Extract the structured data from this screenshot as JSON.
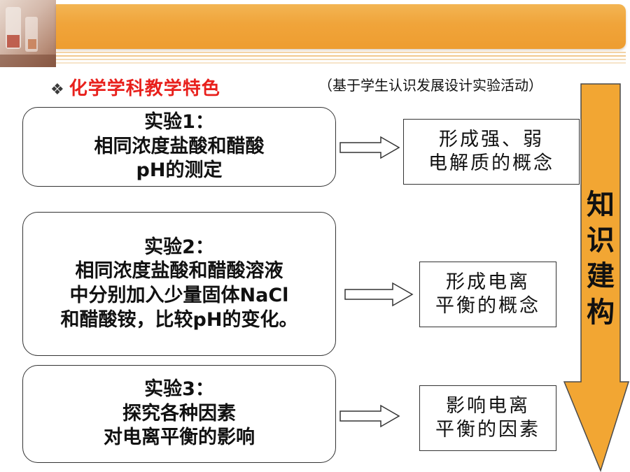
{
  "header": {
    "title": "化学学科教学特色",
    "subtitle": "（基于学生认识发展设计实验活动）"
  },
  "experiments": [
    {
      "lines": [
        "实验1：",
        "相同浓度盐酸和醋酸",
        "pH的测定"
      ]
    },
    {
      "lines": [
        "实验2：",
        "相同浓度盐酸和醋酸溶液",
        "中分别加入少量固体NaCl",
        "和醋酸铵，比较pH的变化。"
      ]
    },
    {
      "lines": [
        "实验3：",
        "探究各种因素",
        "对电离平衡的影响"
      ]
    }
  ],
  "results": [
    {
      "lines": [
        "形成强、弱",
        "电解质的概念"
      ]
    },
    {
      "lines": [
        "形成电离",
        "平衡的概念"
      ]
    },
    {
      "lines": [
        "影响电离",
        "平衡的因素"
      ]
    }
  ],
  "side_label": [
    "知",
    "识",
    "建",
    "构"
  ],
  "colors": {
    "title_red": "#e8201c",
    "orange": "#f0a43a",
    "arrow_fill": "#f2a633"
  },
  "icons": {
    "bullet": "diamond-bullet-icon"
  }
}
